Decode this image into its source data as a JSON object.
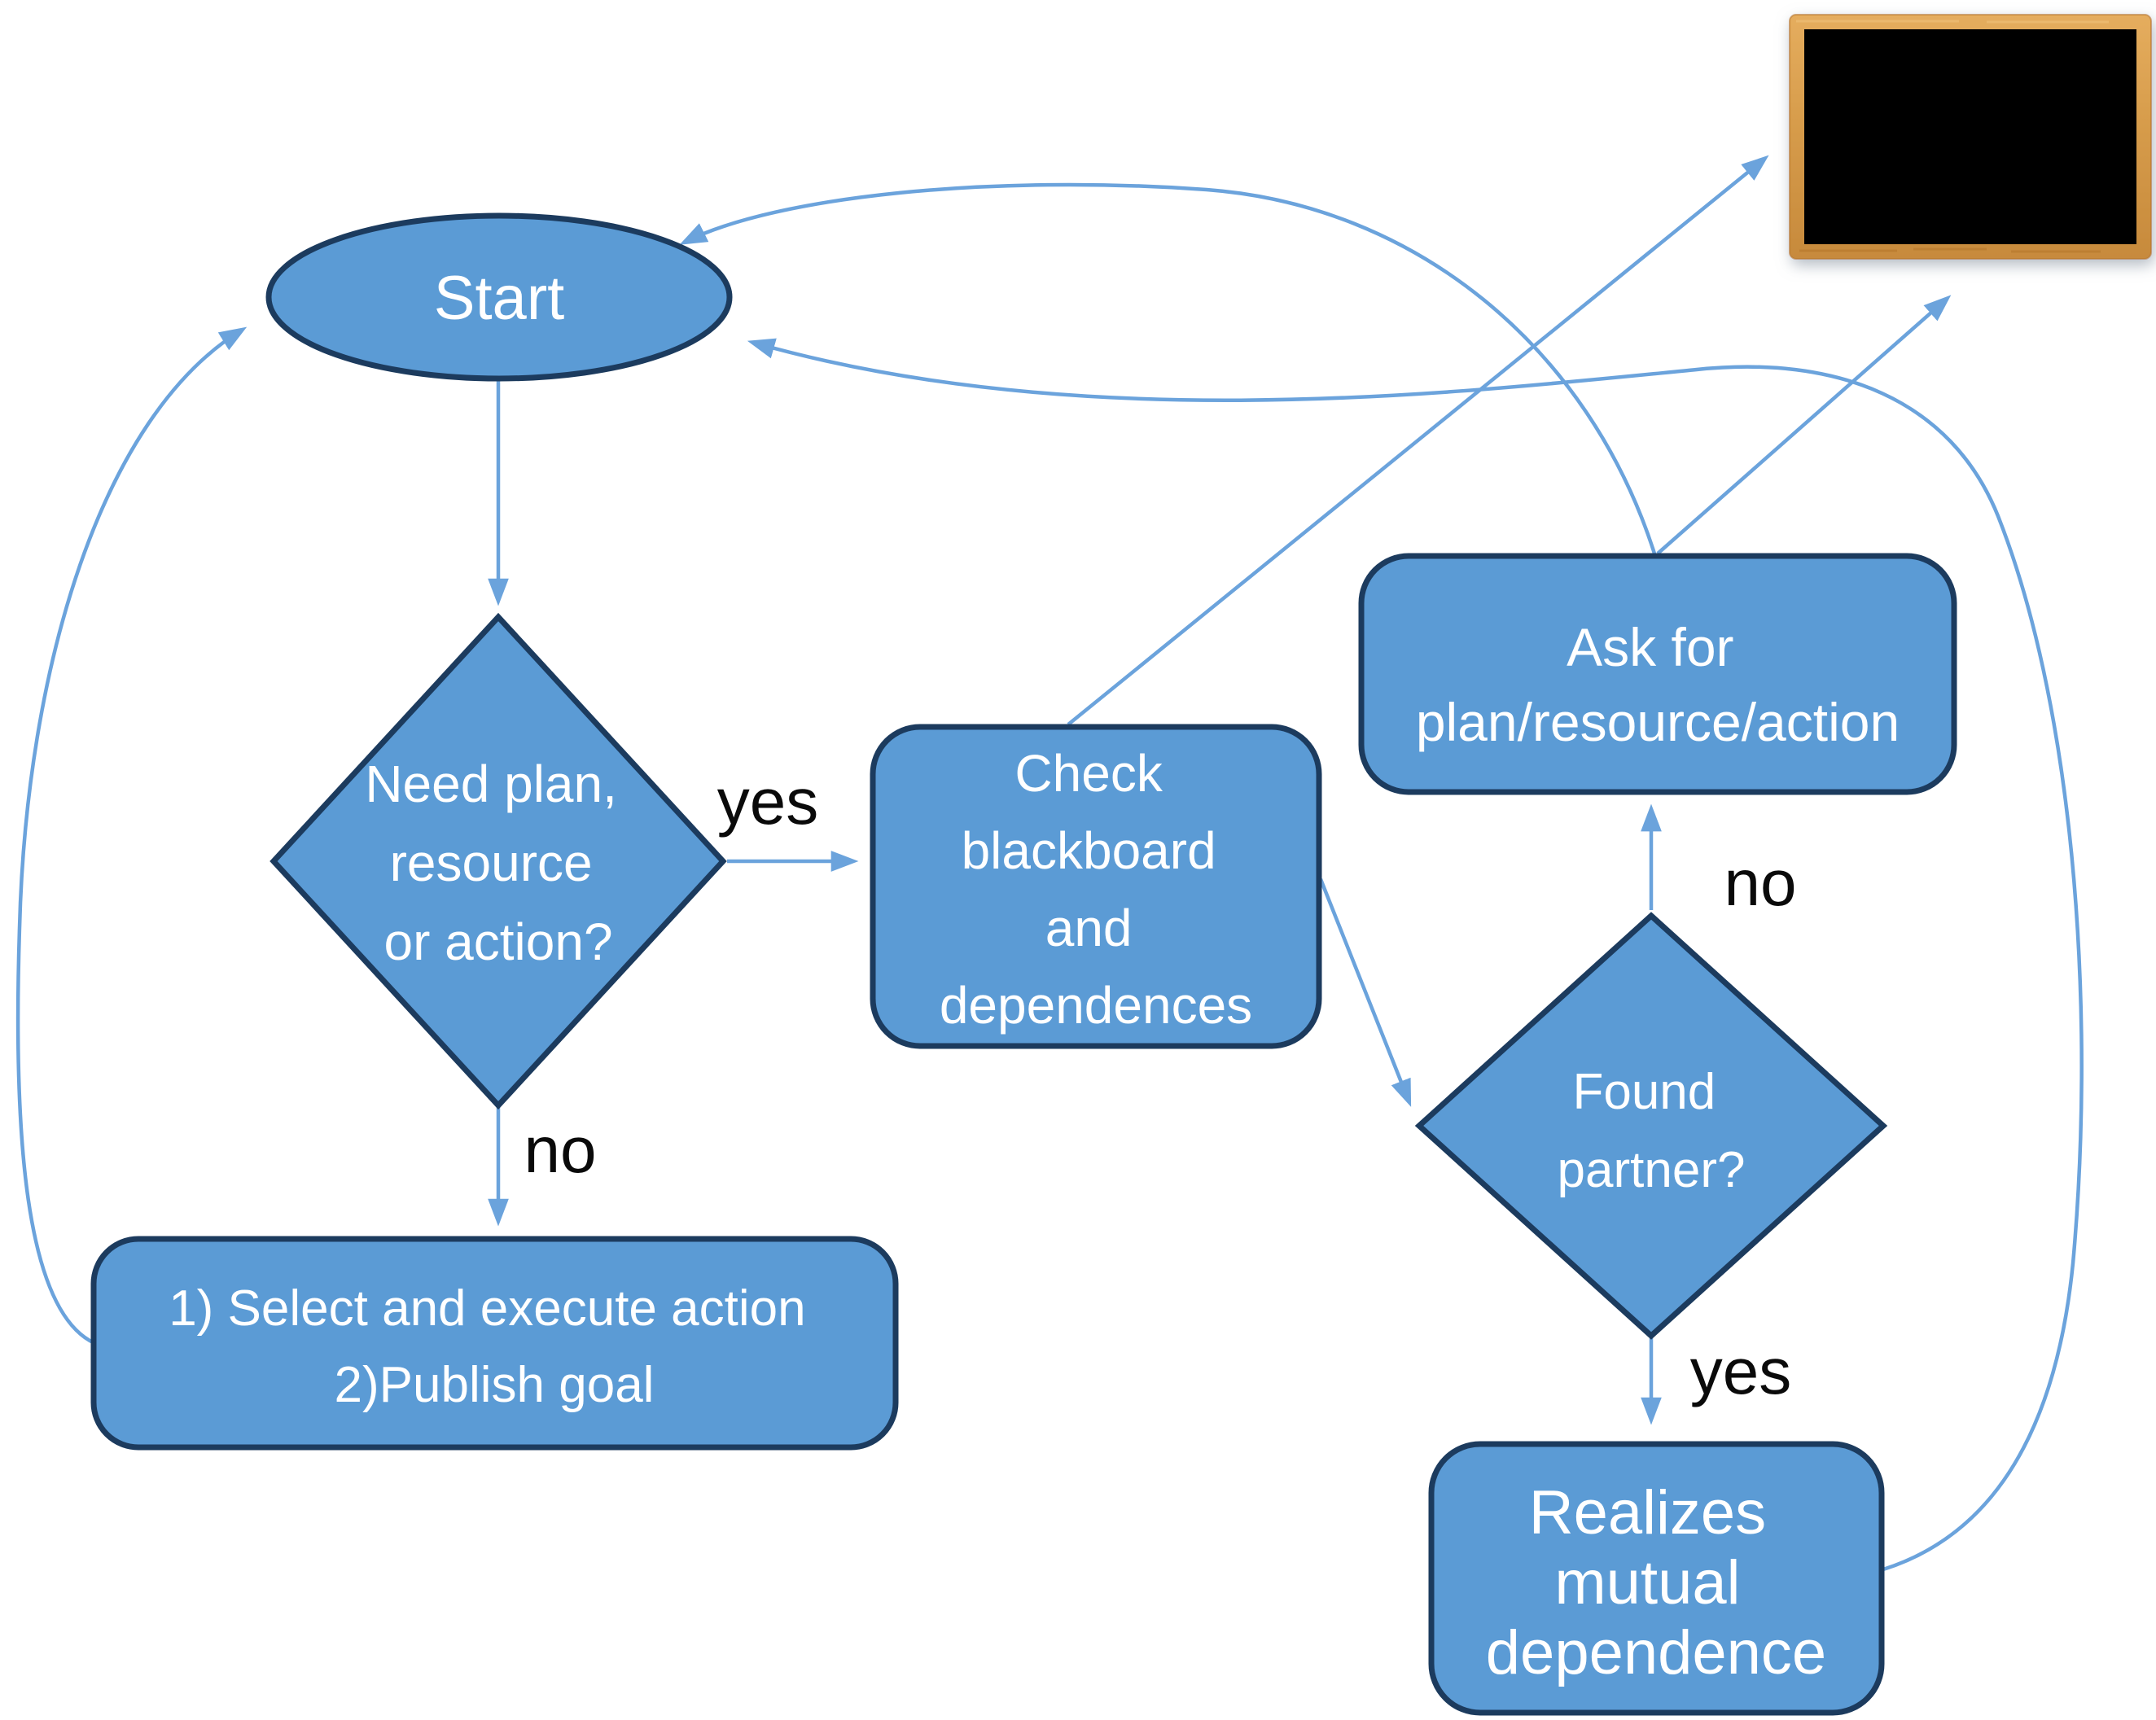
{
  "diagram_type": "flowchart",
  "palette": {
    "node_fill": "#5b9bd5",
    "node_border": "#1c3b5e",
    "arrow": "#6ba3dc",
    "edge_label": "#0a0a0a",
    "background": "#ffffff",
    "blackboard_surface": "#060606",
    "blackboard_frame_wood": "#d59a49"
  },
  "nodes": {
    "start": {
      "label": "Start",
      "shape": "ellipse"
    },
    "need_plan": {
      "shape": "decision-diamond",
      "lines": [
        "Need plan,",
        "resource",
        "or action?"
      ]
    },
    "check_blackboard": {
      "shape": "rounded-rect",
      "lines": [
        "Check",
        "blackboard",
        "and",
        "dependences"
      ]
    },
    "select_publish": {
      "shape": "rounded-rect",
      "lines": [
        "1) Select and execute action",
        "2)Publish goal"
      ]
    },
    "ask_for": {
      "shape": "rounded-rect",
      "lines": [
        "Ask for",
        "plan/resource/action"
      ]
    },
    "found_partner": {
      "shape": "decision-diamond",
      "lines": [
        "Found",
        "partner?"
      ]
    },
    "realizes": {
      "shape": "rounded-rect",
      "lines": [
        "Realizes",
        "mutual",
        "dependence"
      ]
    },
    "blackboard_image": {
      "shape": "framed-blackboard",
      "label": ""
    }
  },
  "edges": {
    "start_to_need_plan": {
      "label": ""
    },
    "need_plan_yes_to_check": {
      "label": "yes"
    },
    "need_plan_no_to_select": {
      "label": "no"
    },
    "select_back_to_start": {
      "label": ""
    },
    "check_to_blackboard": {
      "label": ""
    },
    "check_to_found_partner": {
      "label": ""
    },
    "found_partner_no_to_ask": {
      "label": "no"
    },
    "ask_to_blackboard": {
      "label": ""
    },
    "ask_back_to_start": {
      "label": ""
    },
    "found_partner_yes_to_realizes": {
      "label": "yes"
    },
    "realizes_back_to_start": {
      "label": ""
    }
  }
}
